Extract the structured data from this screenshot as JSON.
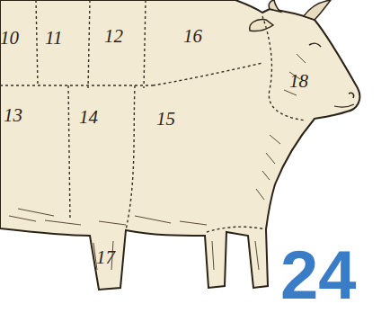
{
  "diagram": {
    "labels": [
      "10",
      "11",
      "12",
      "16",
      "18",
      "13",
      "14",
      "15",
      "17",
      "24"
    ]
  }
}
